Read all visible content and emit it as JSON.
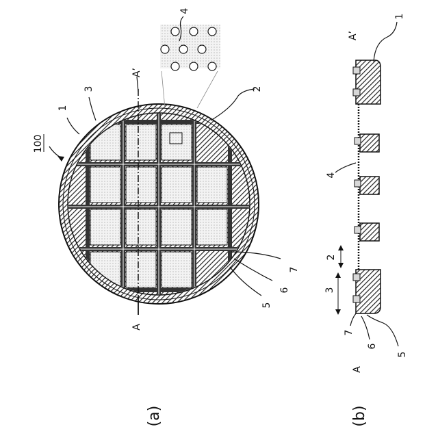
{
  "captions": {
    "a": "(a)",
    "b": "(b)"
  },
  "labels_a": {
    "ref100": "100",
    "one": "1",
    "two": "2",
    "three": "3",
    "four": "4",
    "five": "5",
    "six": "6",
    "seven": "7",
    "A": "A",
    "Aprime": "A’"
  },
  "labels_b": {
    "one": "1",
    "two": "2",
    "three": "3",
    "four": "4",
    "five": "5",
    "six": "6",
    "seven": "7",
    "A": "A",
    "Aprime": "A’"
  }
}
